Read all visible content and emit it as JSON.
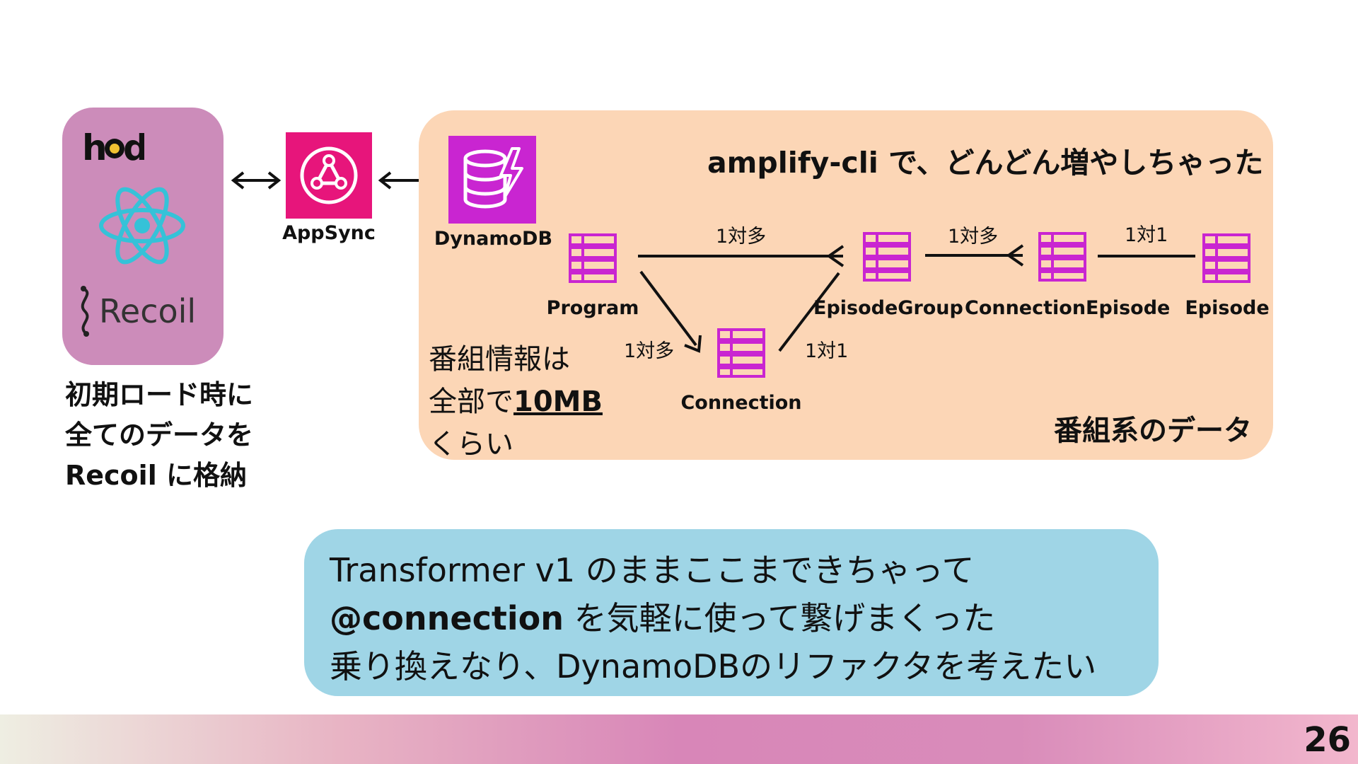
{
  "client": {
    "hod_logo_text": "hod",
    "recoil_logo_text": "Recoil",
    "caption_lines": [
      "初期ロード時に",
      "全てのデータを",
      "Recoil に格納"
    ]
  },
  "appsync": {
    "label": "AppSync"
  },
  "dynamodb": {
    "label": "DynamoDB"
  },
  "panel": {
    "title": "amplify-cli で、どんどん増やしちゃった",
    "bottom_label": "番組系のデータ",
    "size_note": {
      "line1": "番組情報は",
      "line2_prefix": "全部で",
      "line2_emphasis": "10MB",
      "line3": "くらい"
    }
  },
  "tables": [
    {
      "id": "program",
      "label": "Program"
    },
    {
      "id": "episode-group",
      "label": "EpisodeGroup"
    },
    {
      "id": "connection-episode",
      "label": "ConnectionEpisode"
    },
    {
      "id": "episode",
      "label": "Episode"
    },
    {
      "id": "connection",
      "label": "Connection"
    }
  ],
  "relations": [
    {
      "from": "program",
      "to": "episode-group",
      "label": "1対多"
    },
    {
      "from": "episode-group",
      "to": "connection-episode",
      "label": "1対多"
    },
    {
      "from": "connection-episode",
      "to": "episode",
      "label": "1対1"
    },
    {
      "from": "program",
      "to": "connection",
      "label": "1対多"
    },
    {
      "from": "connection",
      "to": "episode-group",
      "label": "1対1"
    }
  ],
  "note": {
    "line1": "Transformer v1 のままここまできちゃって",
    "line2_code": "@connection",
    "line2_rest": " を気軽に使って繋げまくった",
    "line3": "乗り換えなり、DynamoDBのリファクタを考えたい"
  },
  "colors": {
    "client_box": "#cc8cba",
    "appsync": "#e7157b",
    "dynamodb": "#c925d1",
    "data_panel": "#fcd6b6",
    "table_icon": "#c925d1",
    "note_box": "#9fd5e6",
    "react_cyan": "#35c2d8"
  },
  "footer": {
    "page_number": "26"
  }
}
